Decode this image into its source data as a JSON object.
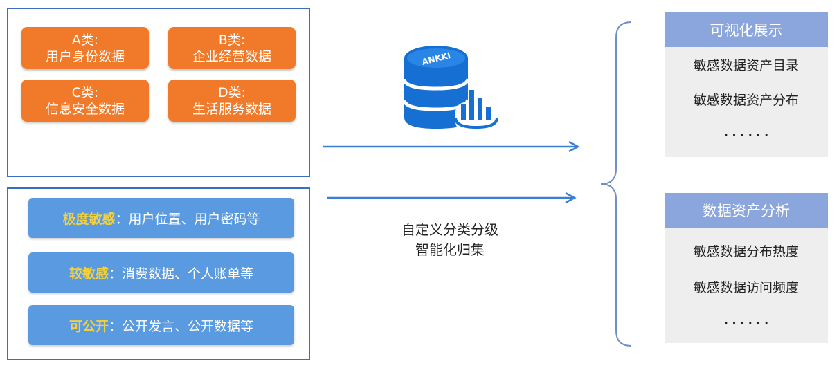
{
  "categories": [
    {
      "code": "A类:",
      "name": "用户身份数据"
    },
    {
      "code": "B类:",
      "name": "企业经营数据"
    },
    {
      "code": "C类:",
      "name": "信息安全数据"
    },
    {
      "code": "D类:",
      "name": "生活服务数据"
    }
  ],
  "sensitivity": [
    {
      "level": "极度敏感",
      "desc": "：用户位置、用户密码等"
    },
    {
      "level": "较敏感",
      "desc": "：消费数据、个人账单等"
    },
    {
      "level": "可公开",
      "desc": "：公开发言、公开数据等"
    }
  ],
  "db_logo_text": "ANKKI",
  "process": {
    "line1": "自定义分类分级",
    "line2": "智能化归集"
  },
  "outputs": [
    {
      "title": "可视化展示",
      "items": [
        "敏感数据资产目录",
        "敏感数据资产分布",
        "· · · · · ·"
      ]
    },
    {
      "title": "数据资产分析",
      "items": [
        "敏感数据分布热度",
        "敏感数据访问频度",
        "· · · · · ·"
      ]
    }
  ],
  "colors": {
    "panel_border": "#3a6fc0",
    "category_tile": "#f07a29",
    "sensitivity_pill": "#5a9ae0",
    "level_text": "#f4d03a",
    "arrow": "#3b7fd0",
    "output_header": "#8aa6dc",
    "output_body": "#eeeeee",
    "db_icon": "#1670d4"
  }
}
